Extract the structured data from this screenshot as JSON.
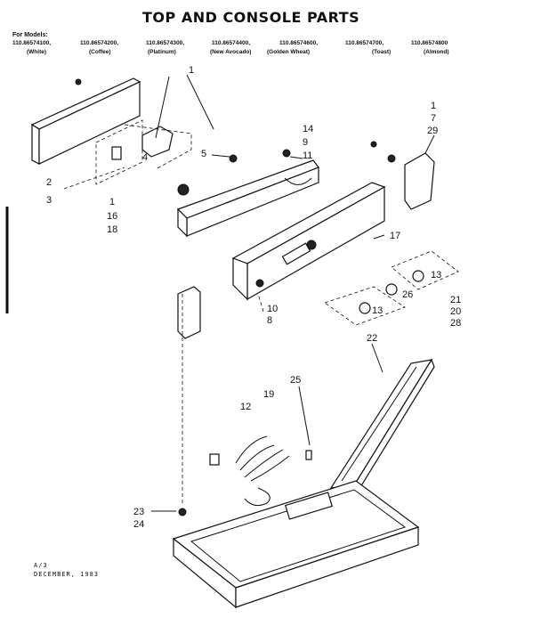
{
  "title": "TOP AND CONSOLE PARTS",
  "for_models": "For Models:",
  "models": [
    "110.86574100,",
    "110.86574200,",
    "110.86574300,",
    "110.86574400,",
    "110.86574600,",
    "110.86574700,",
    "110.86574800"
  ],
  "colors": [
    "(White)",
    "(Coffee)",
    "(Platinum)",
    "(New Avocado)",
    "(Golden Wheat)",
    "(Toast)",
    "(Almond)"
  ],
  "footer": {
    "line1": "A/3",
    "line2": "DECEMBER, 1983"
  },
  "callouts": [
    "1",
    "2",
    "3",
    "4",
    "5",
    "1",
    "16",
    "18",
    "14",
    "9",
    "11",
    "1",
    "7",
    "29",
    "17",
    "13",
    "26",
    "21",
    "20",
    "28",
    "10",
    "8",
    "13",
    "22",
    "25",
    "19",
    "12",
    "23",
    "24"
  ]
}
